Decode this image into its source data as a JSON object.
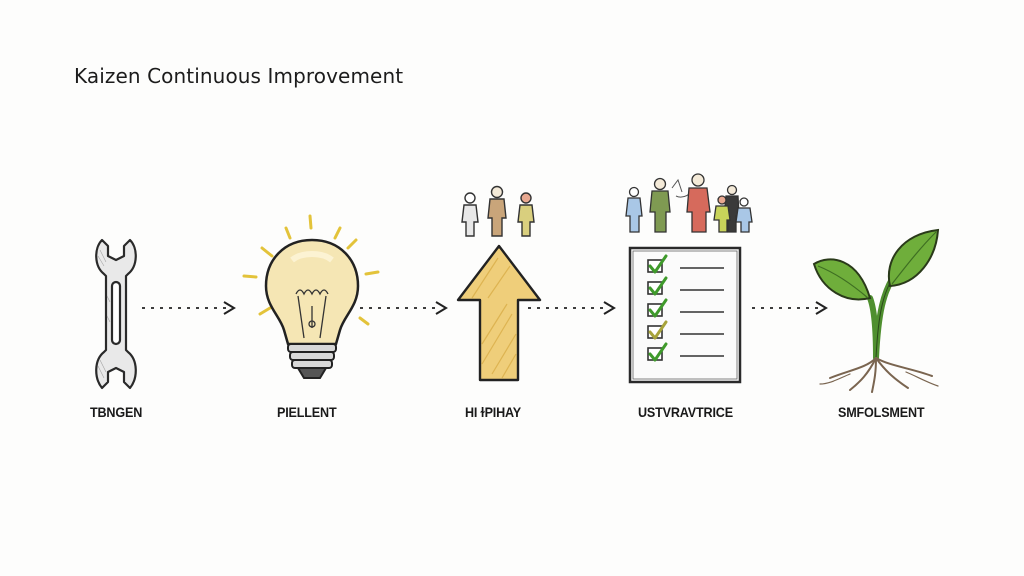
{
  "title": "Kaizen Continuous Improvement",
  "stages": [
    {
      "label": "TBNGEN",
      "icon": "wrench-icon"
    },
    {
      "label": "PIELLENT",
      "icon": "lightbulb-icon"
    },
    {
      "label": "HI ɫPIHAY",
      "icon": "up-arrow-icon",
      "figures": "three-people-icon"
    },
    {
      "label": "USTVRAVTRICE",
      "icon": "checklist-icon",
      "figures": "team-people-icon"
    },
    {
      "label": "SMFOLSMENT",
      "icon": "seedling-plant-icon"
    }
  ],
  "connectors": [
    "dotted-arrow",
    "dotted-arrow",
    "dotted-arrow",
    "dotted-arrow"
  ],
  "colors": {
    "background": "#fdfdfc",
    "ink": "#2a2a2a",
    "bulb_glow": "#f3e3a6",
    "ray": "#e3c33a",
    "arrow_fill": "#efce7a",
    "check": "#3f9a2b",
    "leaf": "#6fae3b",
    "stem": "#4f8f2f",
    "root": "#7a6550"
  }
}
